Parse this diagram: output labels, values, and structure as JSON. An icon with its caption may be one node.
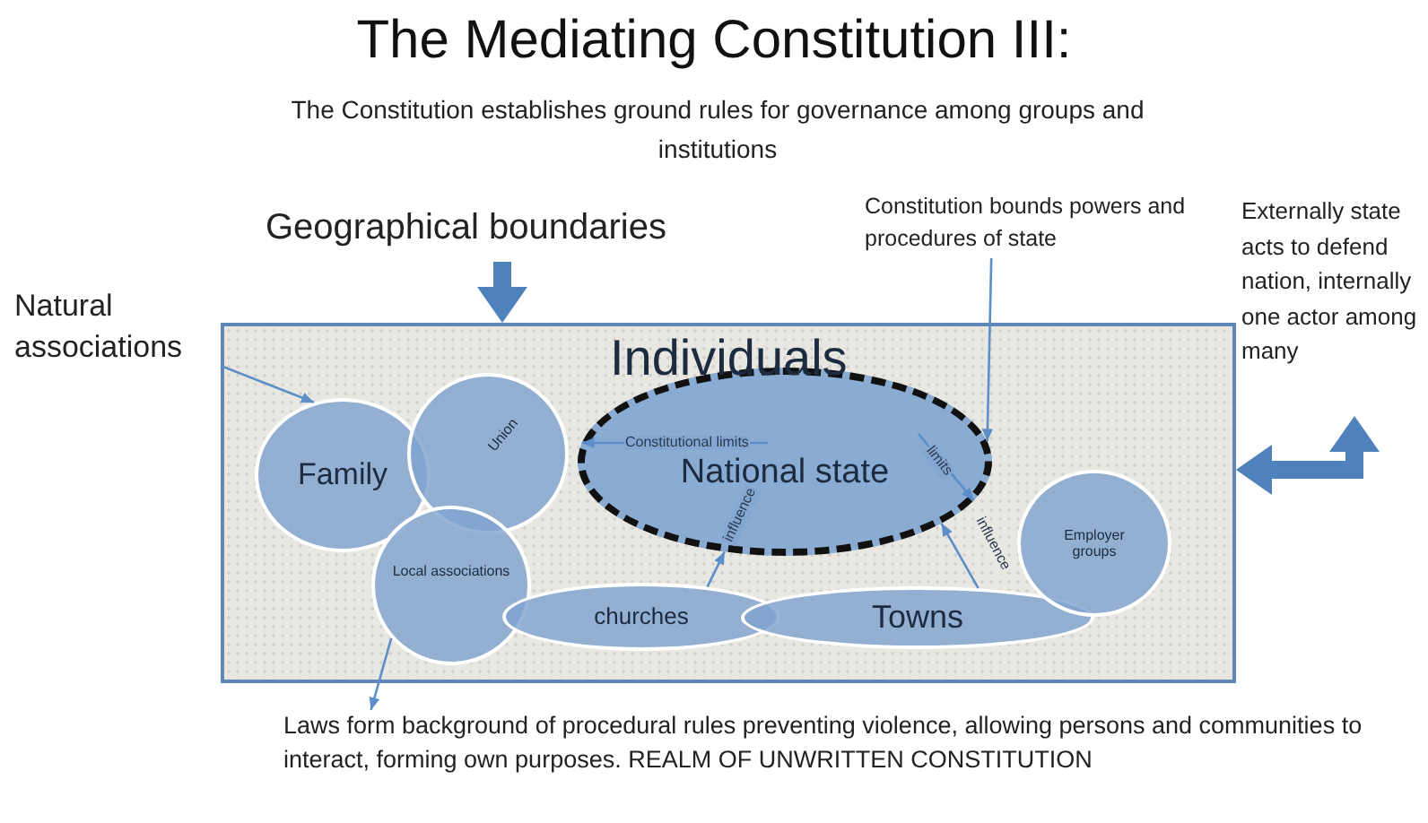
{
  "diagram": {
    "title": "The Mediating Constitution III:",
    "nodes": [
      {
        "text": [
          "Individuals"
        ]
      },
      {
        "text": [
          "Family"
        ],
        "in": 0
      },
      {
        "text": [
          "Union"
        ],
        "in": 0
      },
      {
        "text": [
          "Local associations"
        ],
        "in": 0
      },
      {
        "text": [
          "National state"
        ],
        "in": 0
      },
      {
        "text": [
          "churches"
        ],
        "in": 0
      },
      {
        "text": [
          "Towns"
        ],
        "in": 0
      },
      {
        "text": [
          "Employer groups"
        ],
        "in": 0
      },
      {
        "text": [
          "Natural associations"
        ]
      },
      {
        "text": [
          "Geographical boundaries"
        ]
      },
      {
        "text": [
          "Constitution bounds powers and procedures of state"
        ]
      },
      {
        "text": [
          "Externally state acts to defend nation, internally one actor among many"
        ]
      },
      {
        "text": [
          "Laws form background of procedural rules preventing violence, allowing persons and communities to interact, forming own purposes. REALM OF UNWRITTEN CONSTITUTION"
        ]
      }
    ],
    "edges": [
      {
        "from": 8,
        "to": 1,
        "arrow": "to"
      },
      {
        "from": 9,
        "to": 0,
        "arrow": "to",
        "style": "thick"
      },
      {
        "from": 10,
        "to": 4,
        "arrow": "to"
      },
      {
        "from": 11,
        "to": 0,
        "arrow": "both",
        "style": "thick"
      },
      {
        "from": 3,
        "to": 12,
        "arrow": "to"
      },
      {
        "from": null,
        "to": 4,
        "arrow": "to",
        "label": "Constitutional limits"
      },
      {
        "from": null,
        "to": 4,
        "arrow": "to",
        "label": "limits"
      },
      {
        "from": 5,
        "to": 4,
        "arrow": "to",
        "label": "influence"
      },
      {
        "from": 6,
        "to": 4,
        "arrow": "to",
        "label": "influence"
      }
    ],
    "labels": [
      "The Constitution establishes ground rules for governance among groups and institutions"
    ]
  }
}
